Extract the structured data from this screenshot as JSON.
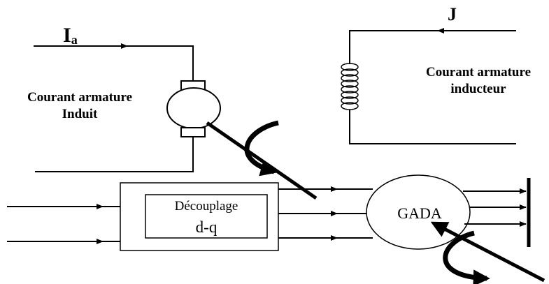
{
  "labels": {
    "ia_main": "I",
    "ia_sub": "a",
    "j": "J",
    "induit_line1": "Courant armature",
    "induit_line2": "Induit",
    "inducteur_line1": "Courant armature",
    "inducteur_line2": "inducteur",
    "decouplage": "Découplage",
    "dq": "d-q",
    "gada": "GADA"
  },
  "colors": {
    "stroke": "#000000",
    "background": "#ffffff"
  }
}
